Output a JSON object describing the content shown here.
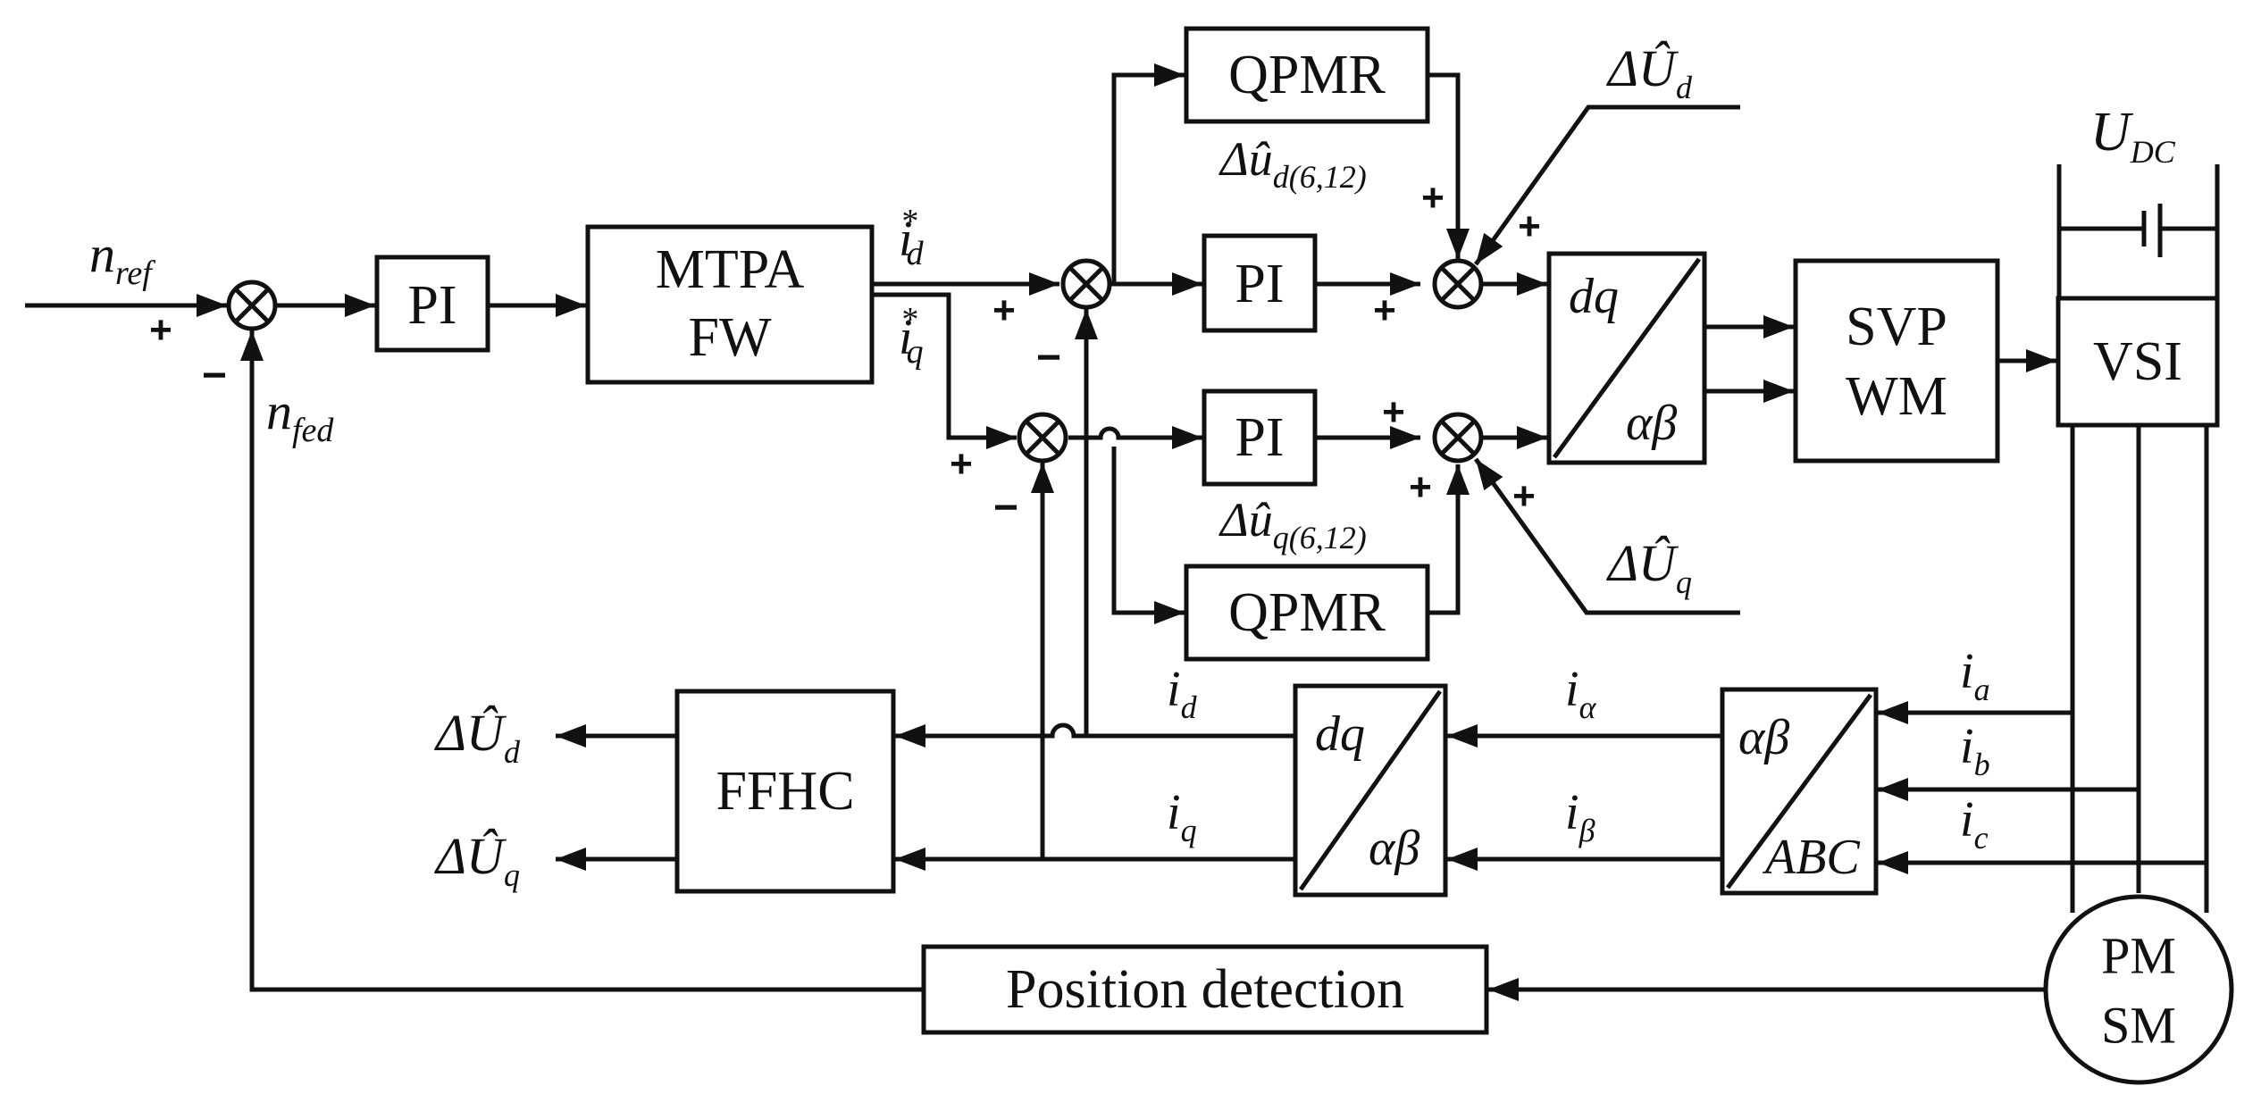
{
  "blocks": {
    "pi_speed": "PI",
    "mtpa_line1": "MTPA",
    "mtpa_line2": "FW",
    "pi_d": "PI",
    "pi_q": "PI",
    "qpmr_top": "QPMR",
    "qpmr_bottom": "QPMR",
    "svpwm_line1": "SVP",
    "svpwm_line2": "WM",
    "vsi": "VSI",
    "ffhc": "FFHC",
    "position_detection": "Position detection",
    "pmsm_line1": "PM",
    "pmsm_line2": "SM"
  },
  "transforms": {
    "park_inverse_top": "dq",
    "park_inverse_bottom": "αβ",
    "park_top": "dq",
    "park_bottom": "αβ",
    "clarke_top": "αβ",
    "clarke_bottom": "ABC"
  },
  "signals": {
    "n_ref": {
      "base": "n",
      "sub": "ref"
    },
    "n_fed": {
      "base": "n",
      "sub": "fed"
    },
    "id_star": {
      "base": "i",
      "sub": "d",
      "sup": "*"
    },
    "iq_star": {
      "base": "i",
      "sub": "q",
      "sup": "*"
    },
    "du_d_612": {
      "base": "Δû",
      "sub": "d(6,12)"
    },
    "du_q_612": {
      "base": "Δû",
      "sub": "q(6,12)"
    },
    "dU_d_in": {
      "base": "ΔÛ",
      "sub": "d"
    },
    "dU_q_in": {
      "base": "ΔÛ",
      "sub": "q"
    },
    "u_dc": {
      "base": "U",
      "sub": "DC"
    },
    "i_d": {
      "base": "i",
      "sub": "d"
    },
    "i_q": {
      "base": "i",
      "sub": "q"
    },
    "i_alpha": {
      "base": "i",
      "sub": "α"
    },
    "i_beta": {
      "base": "i",
      "sub": "β"
    },
    "i_a": {
      "base": "i",
      "sub": "a"
    },
    "i_b": {
      "base": "i",
      "sub": "b"
    },
    "i_c": {
      "base": "i",
      "sub": "c"
    },
    "dU_d_out": {
      "base": "ΔÛ",
      "sub": "d"
    },
    "dU_q_out": {
      "base": "ΔÛ",
      "sub": "q"
    }
  },
  "signs": {
    "speed_plus": "+",
    "speed_minus": "−",
    "d_plus": "+",
    "d_minus": "−",
    "q_plus": "+",
    "q_minus": "−",
    "sd_plus_top": "+",
    "sd_plus_right": "+",
    "sd_plus_left": "+",
    "sq_plus_top": "+",
    "sq_plus_left": "+",
    "sq_plus_right": "+"
  },
  "colors": {
    "qpmr_fill": "#fadc8f",
    "ffhc_fill": "#cdc2dc",
    "line": "#111111"
  }
}
